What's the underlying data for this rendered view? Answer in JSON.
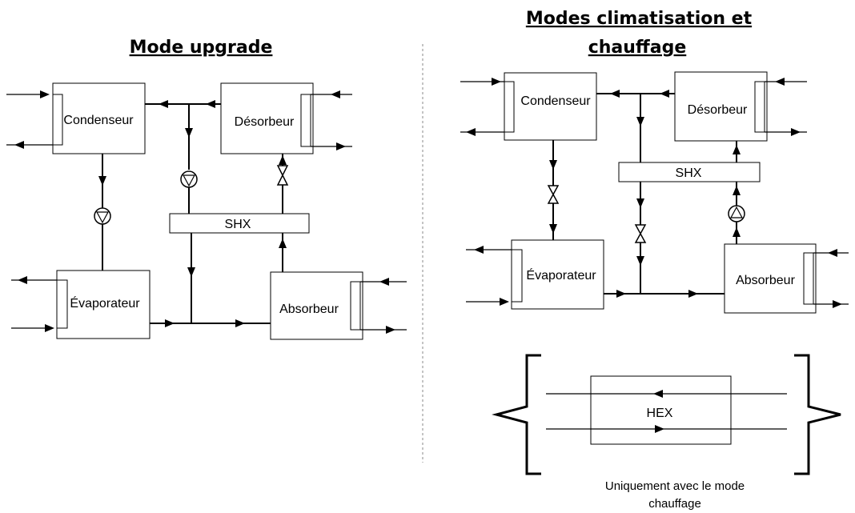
{
  "left": {
    "title": "Mode upgrade",
    "components": {
      "condenser": "Condenseur",
      "desorber": "Désorbeur",
      "shx": "SHX",
      "evaporator": "Évaporateur",
      "absorber": "Absorbeur"
    }
  },
  "right": {
    "title_line1": "Modes climatisation et",
    "title_line2": "chauffage",
    "components": {
      "condenser": "Condenseur",
      "desorber": "Désorbeur",
      "shx": "SHX",
      "evaporator": "Évaporateur",
      "absorber": "Absorbeur",
      "hex": "HEX"
    },
    "note_line1": "Uniquement avec le mode",
    "note_line2": "chauffage"
  }
}
